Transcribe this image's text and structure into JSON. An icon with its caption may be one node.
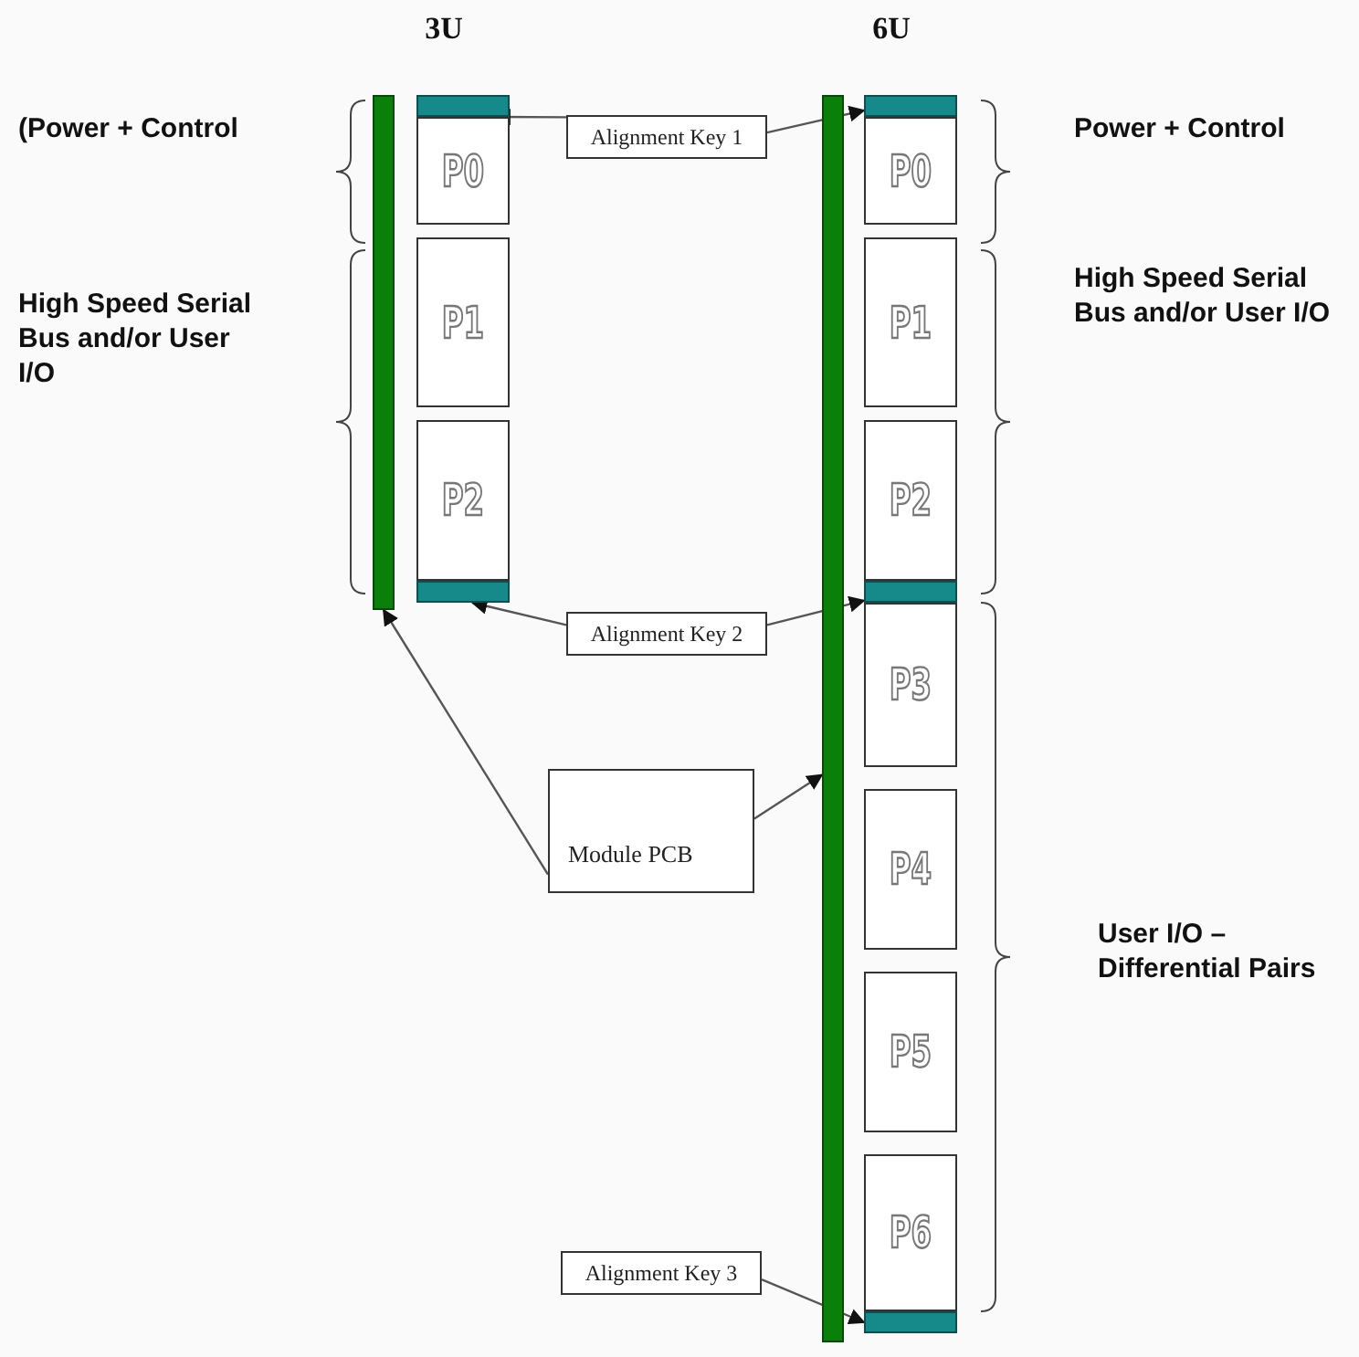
{
  "diagram": {
    "nodes": [
      {
        "text": [],
        "shape": "bar"
      },
      {
        "text": [],
        "shape": "bar"
      },
      {
        "text": [
          "P0"
        ]
      },
      {
        "text": [
          "P1"
        ]
      },
      {
        "text": [
          "P2"
        ]
      },
      {
        "text": [],
        "shape": "bar"
      },
      {
        "text": [
          "Alignment Key 1"
        ]
      },
      {
        "text": [
          "Alignment Key 2"
        ]
      },
      {
        "text": [
          "Module PCB"
        ]
      },
      {
        "text": [],
        "shape": "bar"
      },
      {
        "text": [],
        "shape": "bar"
      },
      {
        "text": [
          "P0"
        ]
      },
      {
        "text": [
          "P1"
        ]
      },
      {
        "text": [
          "P2"
        ]
      },
      {
        "text": [],
        "shape": "bar"
      },
      {
        "text": [
          "P3"
        ]
      },
      {
        "text": [
          "P4"
        ]
      },
      {
        "text": [
          "P5"
        ]
      },
      {
        "text": [
          "P6"
        ]
      },
      {
        "text": [],
        "shape": "bar"
      },
      {
        "text": [
          "Alignment Key 3"
        ]
      }
    ],
    "edges": [
      {
        "from": 6,
        "to": 1,
        "arrow": "to"
      },
      {
        "from": 6,
        "to": 10,
        "arrow": "to"
      },
      {
        "from": 7,
        "to": 5,
        "arrow": "to"
      },
      {
        "from": 7,
        "to": 14,
        "arrow": "to"
      },
      {
        "from": 8,
        "to": 0,
        "arrow": "to"
      },
      {
        "from": 8,
        "to": 9,
        "arrow": "to"
      },
      {
        "from": 20,
        "to": 19,
        "arrow": "to"
      }
    ],
    "labels": [
      "3U",
      "6U",
      "(Power + Control",
      "Power + Control",
      "High Speed Serial Bus and/or User I/O",
      "High Speed Serial Bus and/or User I/O",
      "User I/O – Differential Pairs"
    ]
  }
}
